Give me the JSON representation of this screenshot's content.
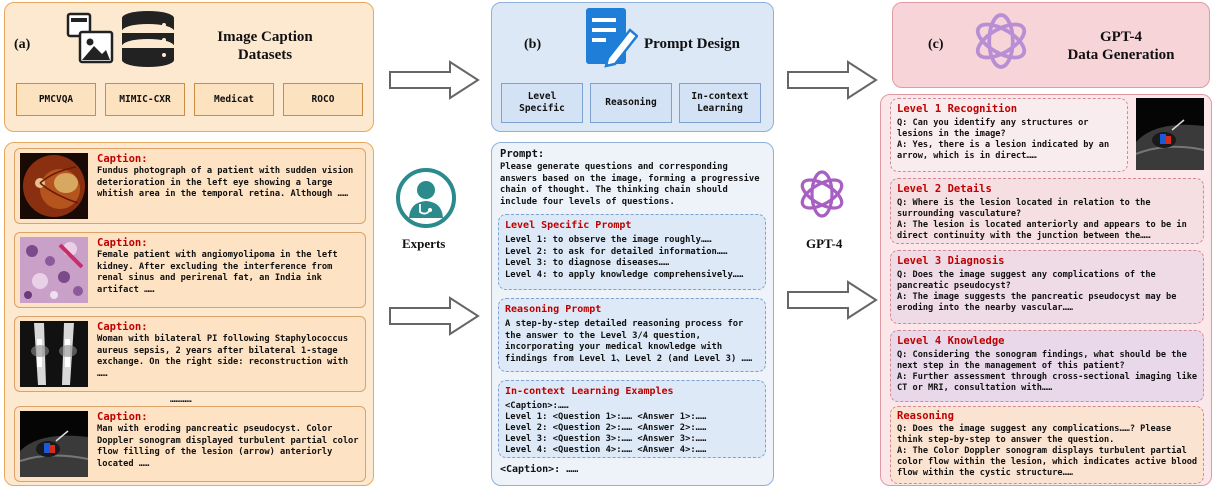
{
  "panel_a": {
    "label": "(a)",
    "title_line1": "Image Caption",
    "title_line2": "Datasets",
    "datasets": [
      "PMCVQA",
      "MIMIC-CXR",
      "Medicat",
      "ROCO"
    ],
    "captions": [
      {
        "title": "Caption:",
        "text": "Fundus photograph of a patient with sudden vision deterioration in the left eye showing a large whitish area in the temporal retina. Although ……"
      },
      {
        "title": "Caption:",
        "text": "Female patient with angiomyolipoma in the left kidney. After excluding the interference from renal sinus and perirenal fat, an India ink artifact ……"
      },
      {
        "title": "Caption:",
        "text": "Woman with bilateral PI following Staphylococcus aureus sepsis, 2 years after bilateral 1-stage exchange. On the right side: reconstruction with ……"
      },
      {
        "title": "Caption:",
        "text": "Man with eroding pancreatic pseudocyst. Color Doppler sonogram displayed turbulent partial color flow filling of the lesion (arrow) anteriorly located ……"
      }
    ],
    "ellipsis": "…………"
  },
  "experts_label": "Experts",
  "gpt4_label": "GPT-4",
  "panel_b": {
    "label": "(b)",
    "title": "Prompt Design",
    "boxes": [
      "Level Specific",
      "Reasoning",
      "In-context Learning"
    ],
    "prompt_title": "Prompt:",
    "prompt_text": "Please generate questions and corresponding answers based on the image, forming a progressive chain of thought. The thinking chain should include four levels of questions.",
    "level_specific": {
      "title": "Level Specific Prompt",
      "lines": [
        "Level 1: to observe the image roughly……",
        "Level 2: to ask for detailed information……",
        "Level 3: to diagnose diseases……",
        "Level 4: to apply knowledge comprehensively……"
      ]
    },
    "reasoning": {
      "title": "Reasoning Prompt",
      "text": "A step-by-step detailed reasoning process for the answer to the Level 3/4 question, incorporating your medical knowledge with findings from Level 1、Level 2 (and Level 3) ……"
    },
    "icl": {
      "title": "In-context Learning Examples",
      "lines": [
        "<Caption>:……",
        "Level 1: <Question 1>:…… <Answer 1>:……",
        "Level 2: <Question 2>:…… <Answer 2>:……",
        "Level 3: <Question 3>:…… <Answer 3>:……",
        "Level 4: <Question 4>:…… <Answer 4>:……"
      ]
    },
    "caption_footer": "<Caption>: ……"
  },
  "panel_c": {
    "label": "(c)",
    "title_line1": "GPT-4",
    "title_line2": "Data Generation",
    "levels": [
      {
        "title": "Level 1 Recognition",
        "q": "Q: Can you identify any structures or lesions in the image?",
        "a": "A: Yes, there is a lesion indicated by an arrow, which is in direct……"
      },
      {
        "title": "Level 2 Details",
        "q": "Q: Where is the lesion located in relation to the surrounding vasculature?",
        "a": "A: The lesion is located anteriorly and appears to be in direct continuity with the junction between the……"
      },
      {
        "title": "Level 3 Diagnosis",
        "q": "Q: Does the image suggest any complications of the pancreatic pseudocyst?",
        "a": "A: The image suggests the pancreatic pseudocyst may be eroding into the nearby vascular……"
      },
      {
        "title": "Level 4 Knowledge",
        "q": "Q: Considering the sonogram findings, what should be the next step in the management of this patient?",
        "a": "A: Further assessment through cross-sectional imaging like CT or MRI, consultation with……"
      },
      {
        "title": "Reasoning",
        "q": "Q: Does the image suggest any complications……? Please think step-by-step to answer the question.",
        "a": "A: The Color Doppler sonogram displays turbulent partial color flow within the lesion, which indicates active blood flow within the cystic structure……"
      }
    ]
  },
  "colors": {
    "accent_red": "#c00000",
    "panel_a": "#fde9cf",
    "panel_b": "#dce8f6",
    "panel_c": "#f7d4d8",
    "gpt_purple": "#a85fc4",
    "experts_teal": "#2a8a8c"
  }
}
